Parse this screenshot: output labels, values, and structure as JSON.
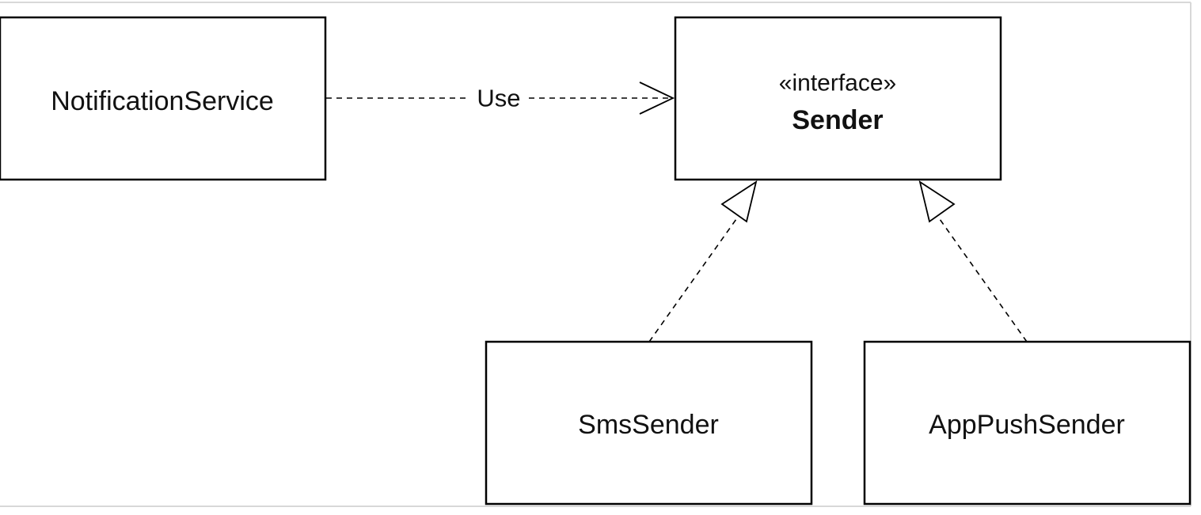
{
  "diagram": {
    "nodes": {
      "notification_service": {
        "label": "NotificationService"
      },
      "sender": {
        "stereotype": "«interface»",
        "label": "Sender"
      },
      "sms_sender": {
        "label": "SmsSender"
      },
      "app_push_sender": {
        "label": "AppPushSender"
      }
    },
    "edges": {
      "use": {
        "label": "Use",
        "from": "NotificationService",
        "to": "Sender",
        "kind": "dependency"
      },
      "sms_realizes": {
        "from": "SmsSender",
        "to": "Sender",
        "kind": "realization"
      },
      "push_realizes": {
        "from": "AppPushSender",
        "to": "Sender",
        "kind": "realization"
      }
    },
    "colors": {
      "stroke": "#000000",
      "background": "#ffffff",
      "frame": "#d8d8d8"
    }
  }
}
